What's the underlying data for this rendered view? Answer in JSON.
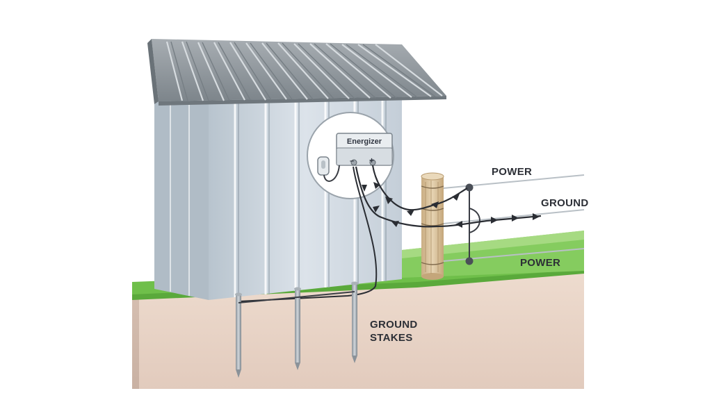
{
  "labels": {
    "energizer": "Energizer",
    "negative_terminal": "–",
    "positive_terminal": "+",
    "power_top": "POWER",
    "ground": "GROUND",
    "power_bottom": "POWER",
    "ground_stakes_line1": "GROUND",
    "ground_stakes_line2": "STAKES"
  },
  "colors": {
    "shed_wall": "#c9d3dc",
    "roof": "#8e969c",
    "grass": "#6fbf4a",
    "soil": "#e6d2c6",
    "post": "#dcc7a3",
    "wire": "#3a3d44"
  }
}
